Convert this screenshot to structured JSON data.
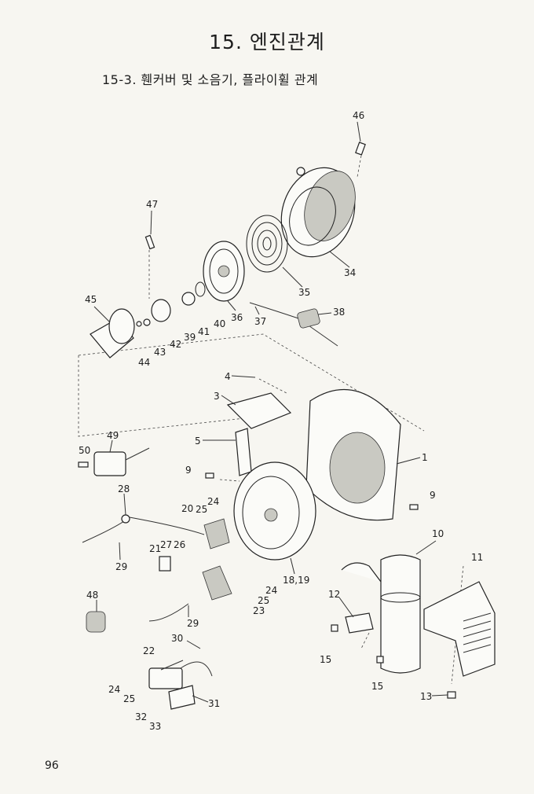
{
  "header": {
    "title": "15. 엔진관계",
    "section": "15-3. 휀커버 및 소음기, 플라이휠 관계"
  },
  "footer": {
    "page_number": "96"
  },
  "callouts": [
    "46",
    "47",
    "34",
    "35",
    "45",
    "36",
    "38",
    "44",
    "43",
    "42",
    "39",
    "41",
    "40",
    "37",
    "4",
    "3",
    "5",
    "1",
    "49",
    "50",
    "9",
    "9",
    "28",
    "24",
    "20",
    "25",
    "21",
    "27",
    "26",
    "29",
    "18,19",
    "10",
    "11",
    "48",
    "24",
    "25",
    "23",
    "12",
    "29",
    "30",
    "15",
    "22",
    "15",
    "24",
    "25",
    "31",
    "32",
    "33",
    "13"
  ]
}
